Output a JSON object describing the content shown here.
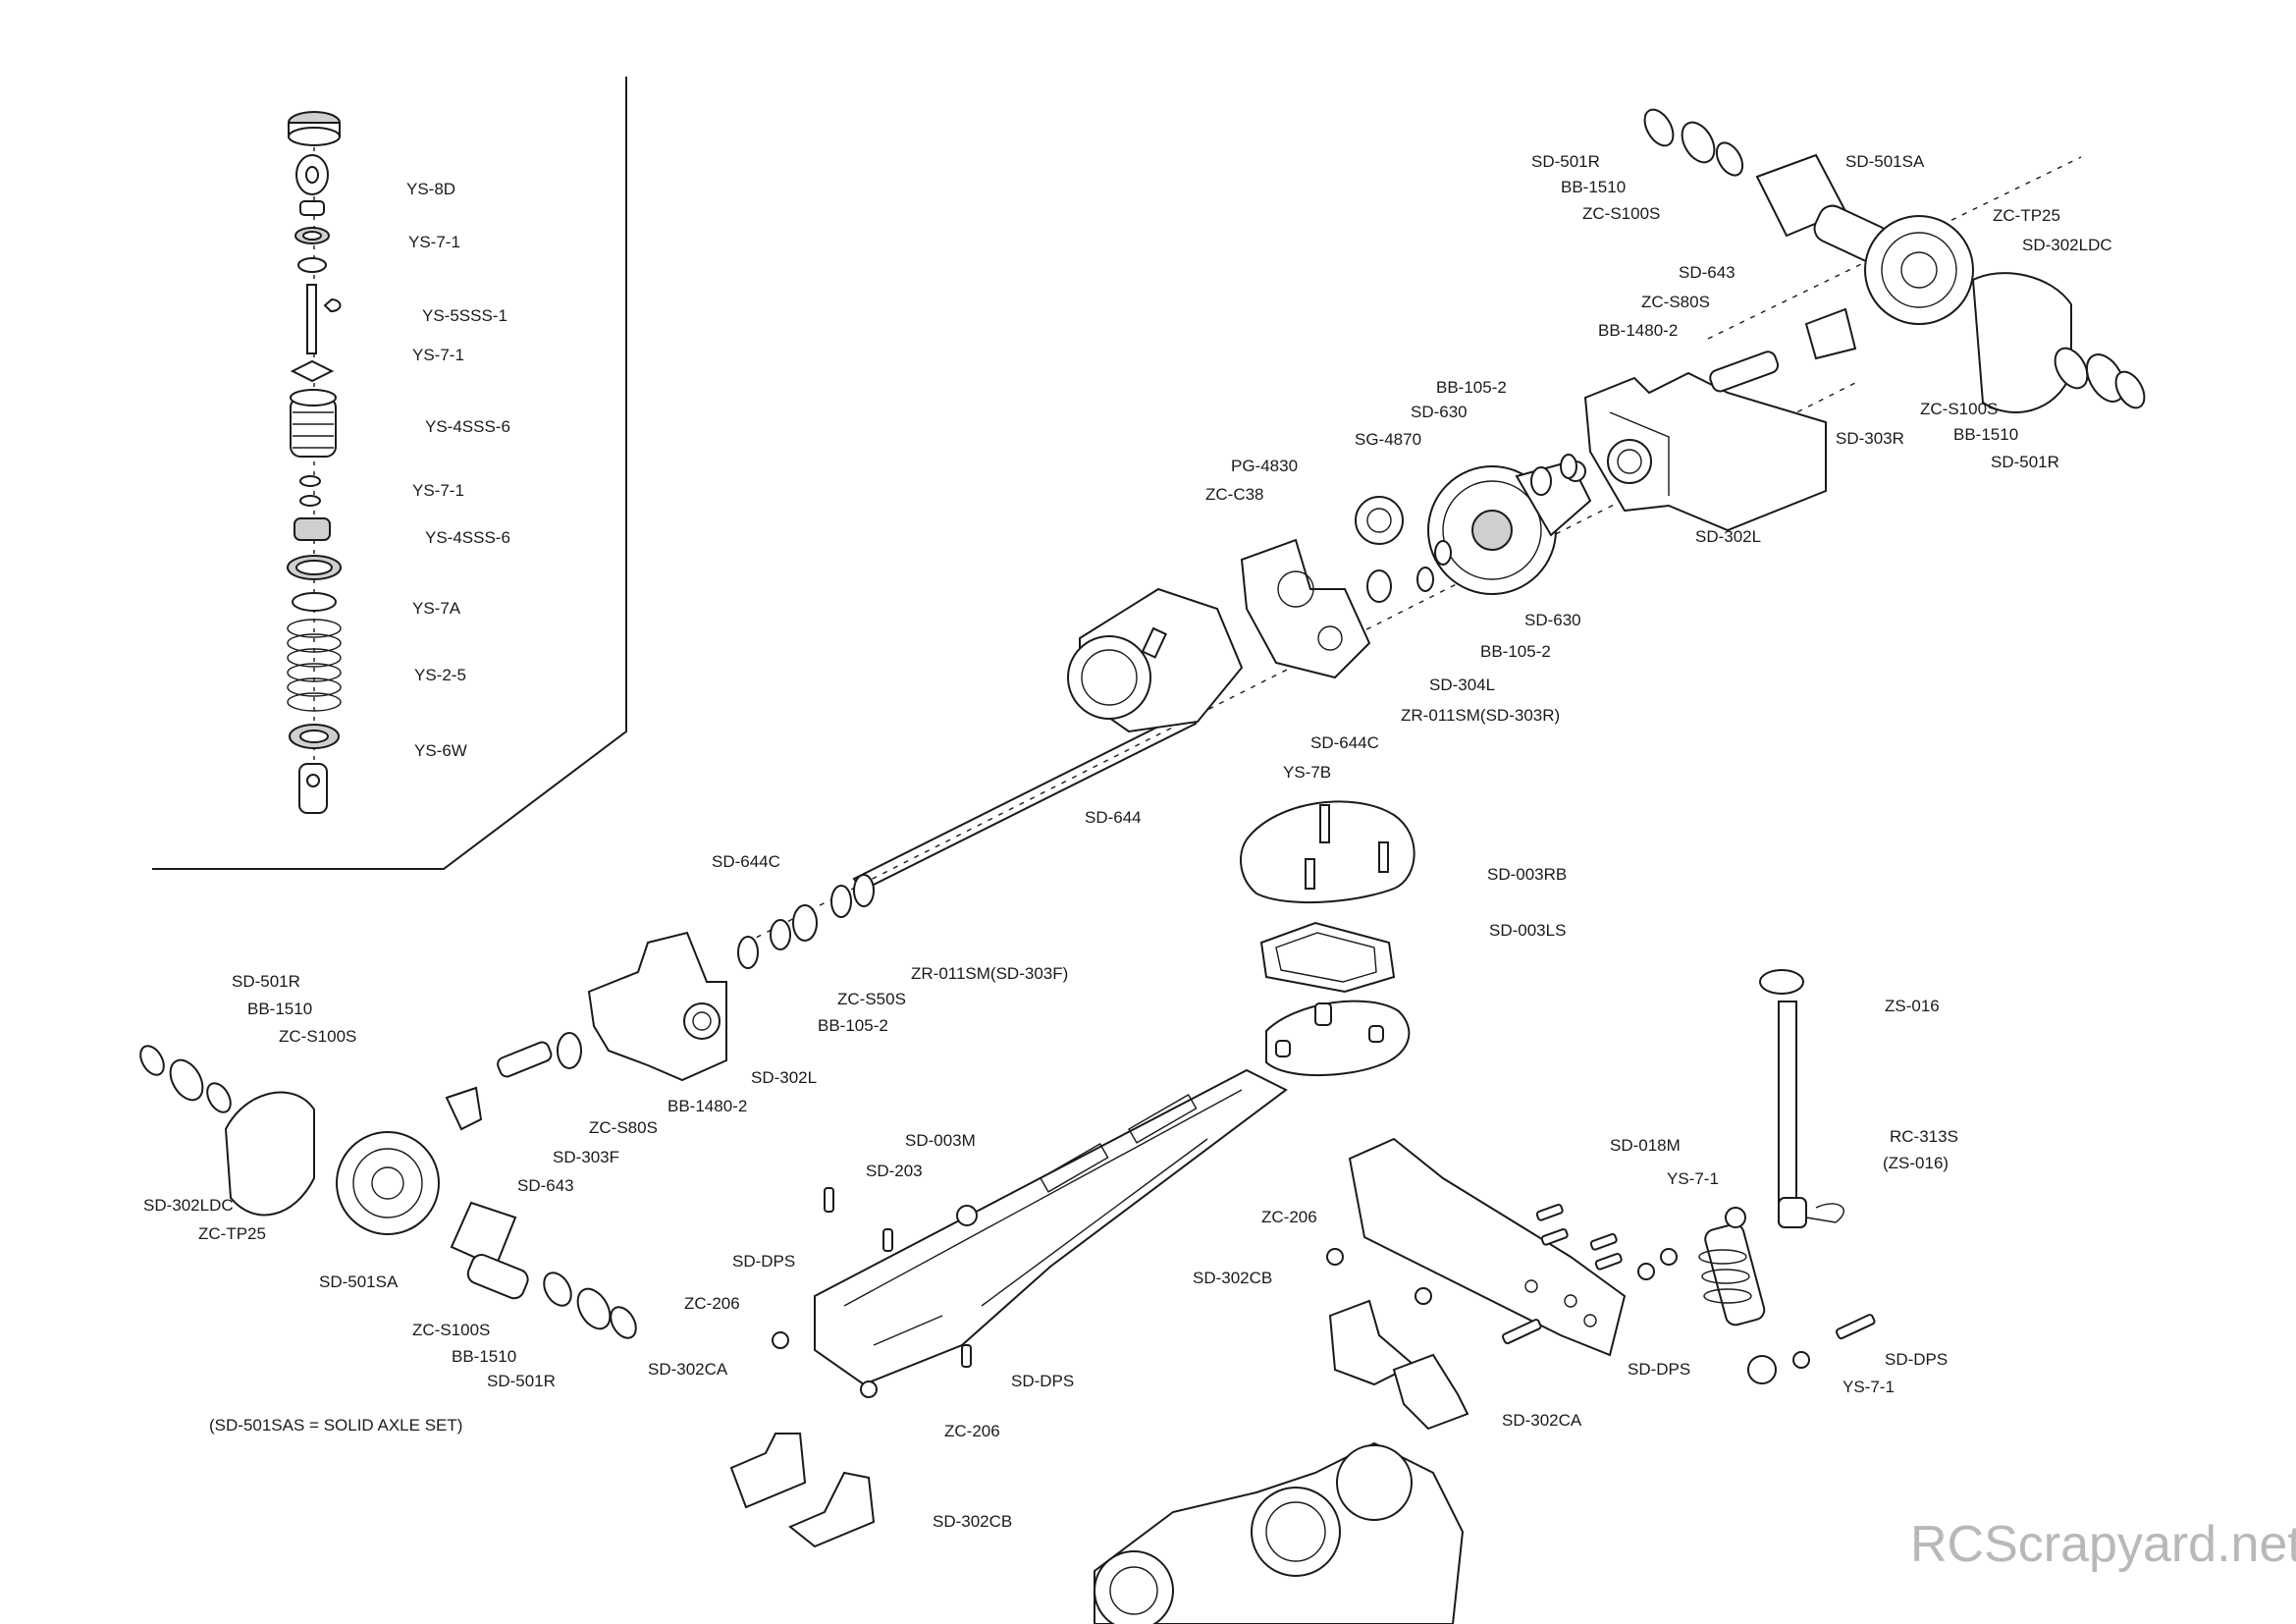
{
  "labels": {
    "shock": {
      "ys_8d": "YS-8D",
      "ys_7_1_a": "YS-7-1",
      "ys_5sss_1": "YS-5SSS-1",
      "ys_7_1_b": "YS-7-1",
      "ys_4sss_6_a": "YS-4SSS-6",
      "ys_7_1_c": "YS-7-1",
      "ys_4sss_6_b": "YS-4SSS-6",
      "ys_7a": "YS-7A",
      "ys_2_5": "YS-2-5",
      "ys_6w": "YS-6W"
    },
    "rear": {
      "sd_501r": "SD-501R",
      "bb_1510": "BB-1510",
      "zc_s100s": "ZC-S100S",
      "sd_501sa": "SD-501SA",
      "zc_tp25": "ZC-TP25",
      "sd_302ldc": "SD-302LDC",
      "sd_643": "SD-643",
      "zc_s80s": "ZC-S80S",
      "bb_1480_2": "BB-1480-2",
      "zc_s100s_b": "ZC-S100S",
      "bb_1510_b": "BB-1510",
      "sd_501r_b": "SD-501R",
      "sd_303r": "SD-303R",
      "sd_302l": "SD-302L"
    },
    "drive": {
      "bb_105_2": "BB-105-2",
      "sd_630": "SD-630",
      "sg_4870": "SG-4870",
      "pg_4830": "PG-4830",
      "zc_c38": "ZC-C38",
      "sd_630_b": "SD-630",
      "bb_105_2_b": "BB-105-2",
      "sd_304l": "SD-304L",
      "zr_011sm_r": "ZR-011SM(SD-303R)",
      "sd_644c": "SD-644C",
      "ys_7b": "YS-7B",
      "sd_644": "SD-644",
      "sd_644c_b": "SD-644C"
    },
    "chassis": {
      "sd_003rb": "SD-003RB",
      "sd_003ls": "SD-003LS",
      "zr_011sm_f": "ZR-011SM(SD-303F)",
      "zc_s50s": "ZC-S50S",
      "bb_105_2": "BB-105-2",
      "zs_016": "ZS-016",
      "rc_313s": "RC-313S",
      "zs_016_paren": "(ZS-016)",
      "sd_018m": "SD-018M",
      "ys_7_1": "YS-7-1",
      "zc_206": "ZC-206",
      "sd_302cb": "SD-302CB",
      "sd_003m": "SD-003M",
      "sd_203": "SD-203",
      "sd_dps": "SD-DPS",
      "zc_206_b": "ZC-206",
      "sd_302ca": "SD-302CA",
      "sd_dps_b": "SD-DPS",
      "zc_206_c": "ZC-206",
      "sd_302cb_b": "SD-302CB",
      "sd_dps_c": "SD-DPS",
      "sd_302ca_b": "SD-302CA",
      "sd_dps_d": "SD-DPS",
      "ys_7_1_b": "YS-7-1"
    },
    "front": {
      "sd_501r": "SD-501R",
      "bb_1510": "BB-1510",
      "zc_s100s": "ZC-S100S",
      "sd_302l": "SD-302L",
      "bb_1480_2": "BB-1480-2",
      "zc_s80s": "ZC-S80S",
      "sd_303f": "SD-303F",
      "sd_643": "SD-643",
      "sd_302ldc": "SD-302LDC",
      "zc_tp25": "ZC-TP25",
      "sd_501sa": "SD-501SA",
      "zc_s100s_b": "ZC-S100S",
      "bb_1510_b": "BB-1510",
      "sd_501r_b": "SD-501R",
      "note": "(SD-501SAS = SOLID AXLE SET)"
    }
  },
  "watermark": "RCScrapyard.net"
}
